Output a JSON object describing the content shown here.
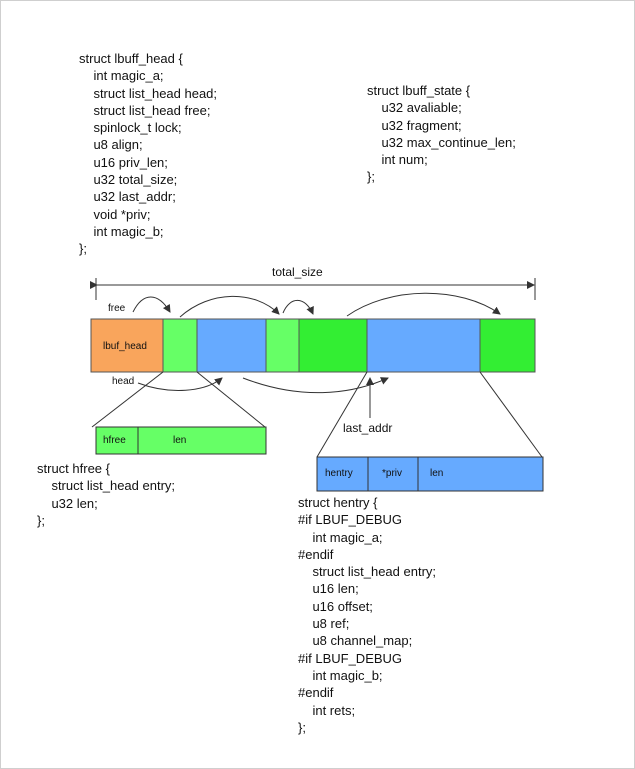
{
  "lbuff_head_struct": {
    "lines": [
      "struct lbuff_head {",
      "    int magic_a;",
      "    struct list_head head;",
      "    struct list_head free;",
      "    spinlock_t lock;",
      "    u8 align;",
      "    u16 priv_len;",
      "    u32 total_size;",
      "    u32 last_addr;",
      "    void *priv;",
      "    int magic_b;",
      "};"
    ]
  },
  "lbuff_state_struct": {
    "lines": [
      "struct lbuff_state {",
      "    u32 avaliable;",
      "    u32 fragment;",
      "    u32 max_continue_len;",
      "    int num;",
      "};"
    ]
  },
  "hfree_struct": {
    "lines": [
      "struct hfree {",
      "    struct list_head entry;",
      "    u32 len;",
      "};"
    ]
  },
  "hentry_struct": {
    "lines": [
      "struct hentry {",
      "#if LBUF_DEBUG",
      "    int magic_a;",
      "#endif",
      "    struct list_head entry;",
      "    u16 len;",
      "    u16 offset;",
      "    u8 ref;",
      "    u8 channel_map;",
      "#if LBUF_DEBUG",
      "    int magic_b;",
      "#endif",
      "    int rets;",
      "};"
    ]
  },
  "diagram": {
    "total_size_label": "total_size",
    "free_label": "free",
    "head_label": "head",
    "last_addr_label": "last_addr",
    "lbuf_head_label": "lbuf_head",
    "hfree_box": {
      "field1": "hfree",
      "field2": "len"
    },
    "hentry_box": {
      "field1": "hentry",
      "field2": "*priv",
      "field3": "len"
    },
    "colors": {
      "orange": "#f9a55c",
      "green_light": "#66ff66",
      "green": "#33ee33",
      "blue": "#66aaff",
      "outline": "#333333"
    }
  }
}
